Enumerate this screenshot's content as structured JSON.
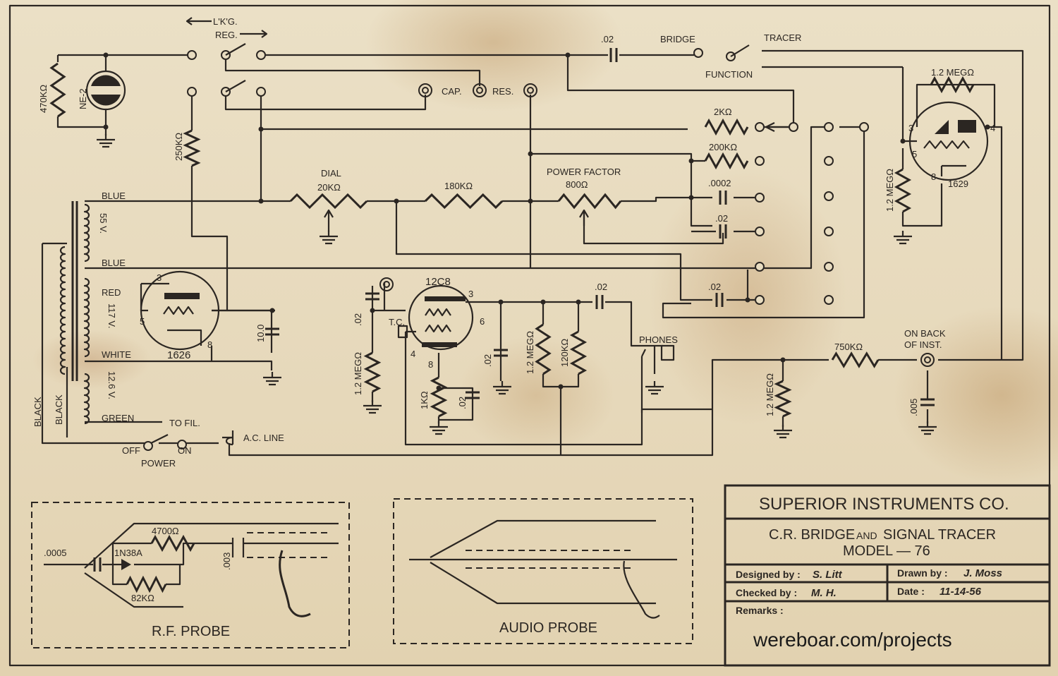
{
  "switch": {
    "lkg": "L'K'G.",
    "reg": "REG.",
    "cap": "CAP.",
    "res": "RES.",
    "bridge": "BRIDGE",
    "tracer": "TRACER",
    "function": "FUNCTION"
  },
  "top": {
    "c_bridge": ".02",
    "r470k": "470KΩ",
    "ne2": "NE-2",
    "r250k": "250KΩ"
  },
  "bridge": {
    "dial": "DIAL",
    "r_dial": "20KΩ",
    "r180k": "180KΩ",
    "power_factor": "POWER FACTOR",
    "r_pf": "800Ω",
    "r2k": "2KΩ",
    "r200k": "200KΩ",
    "c0002": ".0002",
    "c02a": ".02",
    "c02b": ".02"
  },
  "tube1629": {
    "name": "1629",
    "r_plate": "1.2 MEGΩ",
    "r_grid": "1.2 MEGΩ",
    "pin3": "3",
    "pin4": "4",
    "pin5": "5",
    "pin8": "8"
  },
  "transformer": {
    "blue1": "BLUE",
    "v55": "55 V.",
    "blue2": "BLUE",
    "red": "RED",
    "v117": "117 V.",
    "white": "WHITE",
    "v126": "12.6 V.",
    "green": "GREEN",
    "to_fil": "TO FIL.",
    "black1": "BLACK",
    "black2": "BLACK"
  },
  "tube1626": {
    "name": "1626",
    "pin3": "3",
    "pin5": "5",
    "pin8": "8",
    "c_filter": "10.0"
  },
  "power": {
    "ac_line": "A.C. LINE",
    "off": "OFF",
    "on": "ON",
    "power": "POWER"
  },
  "tube12c8": {
    "name": "12C8",
    "pin3": "3",
    "pin6": "6",
    "pin4": "4",
    "pin8": "8",
    "tc": "T.C.",
    "c_in": ".02",
    "r_grid": "1.2 MEGΩ",
    "r_cath": "1KΩ",
    "c_cath": ".02",
    "c_plate": ".02",
    "r_load": "1.2 MEGΩ",
    "r120k": "120KΩ",
    "c_out": ".02"
  },
  "output": {
    "phones": "PHONES",
    "r_in": "1.2 MEGΩ",
    "r750k": "750KΩ",
    "on_back_1": "ON BACK",
    "on_back_2": "OF INST.",
    "c005": ".005"
  },
  "rf_probe": {
    "title": "R.F. PROBE",
    "c0005": ".0005",
    "diode": "1N38A",
    "r4700": "4700Ω",
    "r82k": "82KΩ",
    "c003": ".003"
  },
  "audio_probe": {
    "title": "AUDIO PROBE"
  },
  "title_block": {
    "company": "SUPERIOR INSTRUMENTS CO.",
    "product_a": "C.R. BRIDGE",
    "product_and": "AND",
    "product_b": "SIGNAL TRACER",
    "model": "MODEL — 76",
    "designed_label": "Designed by :",
    "designed_value": "S. Litt",
    "drawn_label": "Drawn by :",
    "drawn_value": "J. Moss",
    "checked_label": "Checked by :",
    "checked_value": "M. H.",
    "date_label": "Date :",
    "date_value": "11-14-56",
    "remarks_label": "Remarks :"
  },
  "watermark": "wereboar.com/projects"
}
